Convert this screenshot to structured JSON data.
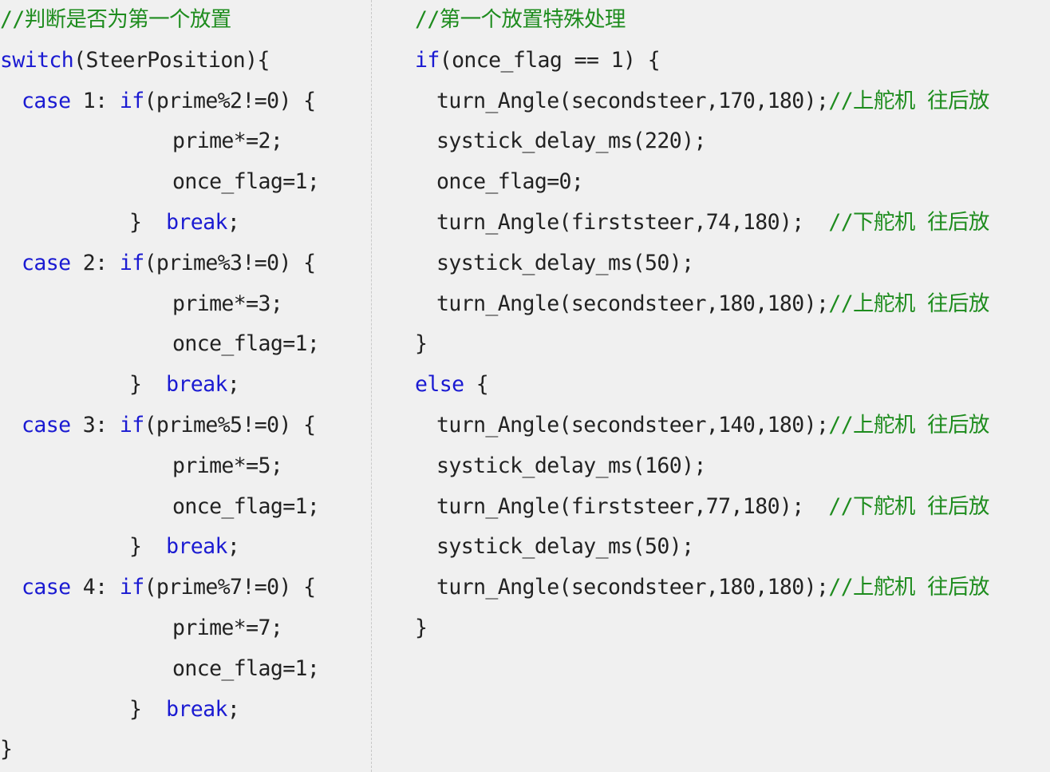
{
  "colors": {
    "background": "#f0f0f0",
    "keyword": "#1a1ad2",
    "comment": "#1e8c1e",
    "plain": "#222222",
    "divider": "#c8c8c8"
  },
  "left_panel": {
    "lines": [
      {
        "indent": 0,
        "tokens": [
          {
            "t": "cm",
            "v": "//判断是否为第一个放置"
          }
        ]
      },
      {
        "indent": 0,
        "tokens": [
          {
            "t": "kw",
            "v": "switch"
          },
          {
            "t": "pl",
            "v": "(SteerPosition){"
          }
        ]
      },
      {
        "indent": 1,
        "tokens": [
          {
            "t": "kw",
            "v": "case"
          },
          {
            "t": "pl",
            "v": " 1: "
          },
          {
            "t": "kw",
            "v": "if"
          },
          {
            "t": "pl",
            "v": "(prime%2!=0) {"
          }
        ]
      },
      {
        "indent": 8,
        "tokens": [
          {
            "t": "pl",
            "v": "prime*=2;"
          }
        ]
      },
      {
        "indent": 8,
        "tokens": [
          {
            "t": "pl",
            "v": "once_flag=1;"
          }
        ]
      },
      {
        "indent": 6,
        "tokens": [
          {
            "t": "pl",
            "v": "}  "
          },
          {
            "t": "kw",
            "v": "break"
          },
          {
            "t": "pl",
            "v": ";"
          }
        ]
      },
      {
        "indent": 1,
        "tokens": [
          {
            "t": "kw",
            "v": "case"
          },
          {
            "t": "pl",
            "v": " 2: "
          },
          {
            "t": "kw",
            "v": "if"
          },
          {
            "t": "pl",
            "v": "(prime%3!=0) {"
          }
        ]
      },
      {
        "indent": 8,
        "tokens": [
          {
            "t": "pl",
            "v": "prime*=3;"
          }
        ]
      },
      {
        "indent": 8,
        "tokens": [
          {
            "t": "pl",
            "v": "once_flag=1;"
          }
        ]
      },
      {
        "indent": 6,
        "tokens": [
          {
            "t": "pl",
            "v": "}  "
          },
          {
            "t": "kw",
            "v": "break"
          },
          {
            "t": "pl",
            "v": ";"
          }
        ]
      },
      {
        "indent": 1,
        "tokens": [
          {
            "t": "kw",
            "v": "case"
          },
          {
            "t": "pl",
            "v": " 3: "
          },
          {
            "t": "kw",
            "v": "if"
          },
          {
            "t": "pl",
            "v": "(prime%5!=0) {"
          }
        ]
      },
      {
        "indent": 8,
        "tokens": [
          {
            "t": "pl",
            "v": "prime*=5;"
          }
        ]
      },
      {
        "indent": 8,
        "tokens": [
          {
            "t": "pl",
            "v": "once_flag=1;"
          }
        ]
      },
      {
        "indent": 6,
        "tokens": [
          {
            "t": "pl",
            "v": "}  "
          },
          {
            "t": "kw",
            "v": "break"
          },
          {
            "t": "pl",
            "v": ";"
          }
        ]
      },
      {
        "indent": 1,
        "tokens": [
          {
            "t": "kw",
            "v": "case"
          },
          {
            "t": "pl",
            "v": " 4: "
          },
          {
            "t": "kw",
            "v": "if"
          },
          {
            "t": "pl",
            "v": "(prime%7!=0) {"
          }
        ]
      },
      {
        "indent": 8,
        "tokens": [
          {
            "t": "pl",
            "v": "prime*=7;"
          }
        ]
      },
      {
        "indent": 8,
        "tokens": [
          {
            "t": "pl",
            "v": "once_flag=1;"
          }
        ]
      },
      {
        "indent": 6,
        "tokens": [
          {
            "t": "pl",
            "v": "}  "
          },
          {
            "t": "kw",
            "v": "break"
          },
          {
            "t": "pl",
            "v": ";"
          }
        ]
      },
      {
        "indent": 0,
        "tokens": [
          {
            "t": "pl",
            "v": "}"
          }
        ]
      }
    ]
  },
  "right_panel": {
    "lines": [
      {
        "indent": 0,
        "tokens": [
          {
            "t": "cm",
            "v": "//第一个放置特殊处理"
          }
        ]
      },
      {
        "indent": 0,
        "tokens": [
          {
            "t": "kw",
            "v": "if"
          },
          {
            "t": "pl",
            "v": "(once_flag == 1) {"
          }
        ]
      },
      {
        "indent": 1,
        "tokens": [
          {
            "t": "pl",
            "v": "turn_Angle(secondsteer,170,180);"
          },
          {
            "t": "cm",
            "v": "//上舵机 往后放"
          }
        ]
      },
      {
        "indent": 1,
        "tokens": [
          {
            "t": "pl",
            "v": "systick_delay_ms(220);"
          }
        ]
      },
      {
        "indent": 1,
        "tokens": [
          {
            "t": "pl",
            "v": "once_flag=0;"
          }
        ]
      },
      {
        "indent": 1,
        "tokens": [
          {
            "t": "pl",
            "v": "turn_Angle(firststeer,74,180);  "
          },
          {
            "t": "cm",
            "v": "//下舵机 往后放"
          }
        ]
      },
      {
        "indent": 1,
        "tokens": [
          {
            "t": "pl",
            "v": "systick_delay_ms(50);"
          }
        ]
      },
      {
        "indent": 1,
        "tokens": [
          {
            "t": "pl",
            "v": "turn_Angle(secondsteer,180,180);"
          },
          {
            "t": "cm",
            "v": "//上舵机 往后放"
          }
        ]
      },
      {
        "indent": 0,
        "tokens": [
          {
            "t": "pl",
            "v": "}"
          }
        ]
      },
      {
        "indent": 0,
        "tokens": [
          {
            "t": "kw",
            "v": "else"
          },
          {
            "t": "pl",
            "v": " {"
          }
        ]
      },
      {
        "indent": 1,
        "tokens": [
          {
            "t": "pl",
            "v": "turn_Angle(secondsteer,140,180);"
          },
          {
            "t": "cm",
            "v": "//上舵机 往后放"
          }
        ]
      },
      {
        "indent": 1,
        "tokens": [
          {
            "t": "pl",
            "v": "systick_delay_ms(160);"
          }
        ]
      },
      {
        "indent": 1,
        "tokens": [
          {
            "t": "pl",
            "v": "turn_Angle(firststeer,77,180);  "
          },
          {
            "t": "cm",
            "v": "//下舵机 往后放"
          }
        ]
      },
      {
        "indent": 1,
        "tokens": [
          {
            "t": "pl",
            "v": "systick_delay_ms(50);"
          }
        ]
      },
      {
        "indent": 1,
        "tokens": [
          {
            "t": "pl",
            "v": "turn_Angle(secondsteer,180,180);"
          },
          {
            "t": "cm",
            "v": "//上舵机 往后放"
          }
        ]
      },
      {
        "indent": 0,
        "tokens": [
          {
            "t": "pl",
            "v": "}"
          }
        ]
      }
    ]
  }
}
